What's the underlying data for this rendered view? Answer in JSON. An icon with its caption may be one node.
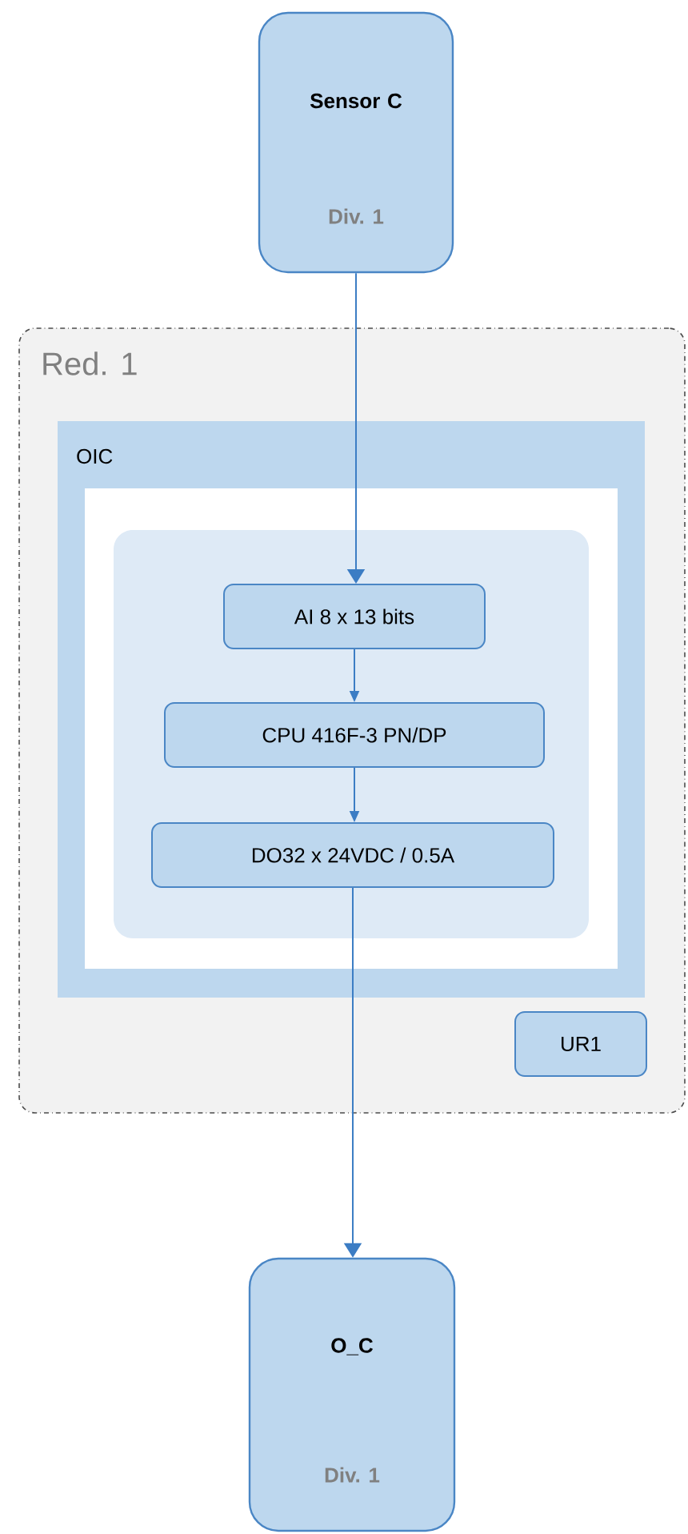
{
  "diagram": {
    "nodes": [
      {
        "text": [
          "Sensor C",
          "Div. 1"
        ]
      },
      {
        "text": [
          "Red. 1"
        ]
      },
      {
        "text": [
          "OIC"
        ],
        "in": 1
      },
      {
        "text": [],
        "shape": "box",
        "in": 2
      },
      {
        "text": [
          "AI 8 x 13 bits"
        ],
        "in": 3
      },
      {
        "text": [
          "CPU 416F-3 PN/DP"
        ],
        "in": 3
      },
      {
        "text": [
          "DO32 x 24VDC / 0.5A"
        ],
        "in": 3
      },
      {
        "text": [
          "UR1"
        ],
        "in": 1
      },
      {
        "text": [
          "O_C",
          "Div. 1"
        ]
      }
    ],
    "edges": [
      {
        "from": 0,
        "to": 4,
        "arrow": "to"
      },
      {
        "from": 4,
        "to": 5,
        "arrow": "to"
      },
      {
        "from": 5,
        "to": 6,
        "arrow": "to"
      },
      {
        "from": 6,
        "to": 8,
        "arrow": "to"
      }
    ]
  }
}
